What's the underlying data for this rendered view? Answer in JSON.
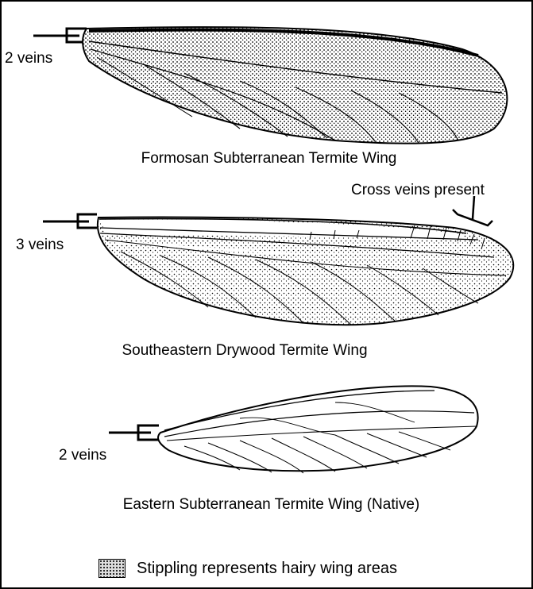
{
  "wings": [
    {
      "vein_label": "2 veins",
      "caption": "Formosan Subterranean Termite Wing",
      "stippled": true
    },
    {
      "vein_label": "3 veins",
      "caption": "Southeastern Drywood Termite Wing",
      "callout": "Cross veins present",
      "stippled": true
    },
    {
      "vein_label": "2 veins",
      "caption": "Eastern Subterranean Termite Wing (Native)",
      "stippled": false
    }
  ],
  "legend": {
    "text": "Stippling represents hairy wing areas"
  }
}
